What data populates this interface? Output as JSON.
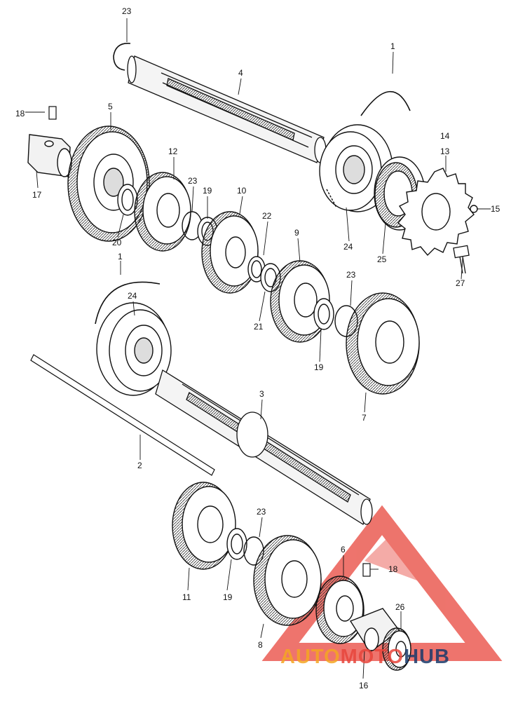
{
  "diagram": {
    "labels": [
      {
        "id": "23a",
        "text": "23"
      },
      {
        "id": "4",
        "text": "4"
      },
      {
        "id": "1a",
        "text": "1"
      },
      {
        "id": "18a",
        "text": "18"
      },
      {
        "id": "5",
        "text": "5"
      },
      {
        "id": "14",
        "text": "14"
      },
      {
        "id": "13",
        "text": "13"
      },
      {
        "id": "12",
        "text": "12"
      },
      {
        "id": "23b",
        "text": "23"
      },
      {
        "id": "19a",
        "text": "19"
      },
      {
        "id": "10",
        "text": "10"
      },
      {
        "id": "17",
        "text": "17"
      },
      {
        "id": "15",
        "text": "15"
      },
      {
        "id": "22",
        "text": "22"
      },
      {
        "id": "20",
        "text": "20"
      },
      {
        "id": "9",
        "text": "9"
      },
      {
        "id": "24a",
        "text": "24"
      },
      {
        "id": "25",
        "text": "25"
      },
      {
        "id": "1b",
        "text": "1"
      },
      {
        "id": "27",
        "text": "27"
      },
      {
        "id": "23c",
        "text": "23"
      },
      {
        "id": "24b",
        "text": "24"
      },
      {
        "id": "21",
        "text": "21"
      },
      {
        "id": "19b",
        "text": "19"
      },
      {
        "id": "7",
        "text": "7"
      },
      {
        "id": "3",
        "text": "3"
      },
      {
        "id": "2",
        "text": "2"
      },
      {
        "id": "23d",
        "text": "23"
      },
      {
        "id": "6",
        "text": "6"
      },
      {
        "id": "18b",
        "text": "18"
      },
      {
        "id": "11",
        "text": "11"
      },
      {
        "id": "19c",
        "text": "19"
      },
      {
        "id": "26",
        "text": "26"
      },
      {
        "id": "8",
        "text": "8"
      },
      {
        "id": "16",
        "text": "16"
      }
    ]
  },
  "watermark": {
    "part1": "AUTO",
    "part2": "MOTO",
    "part3": "HUB",
    "color_orange": "#f5a623",
    "color_red": "#e8463c",
    "color_blue": "#1a3a6b"
  }
}
